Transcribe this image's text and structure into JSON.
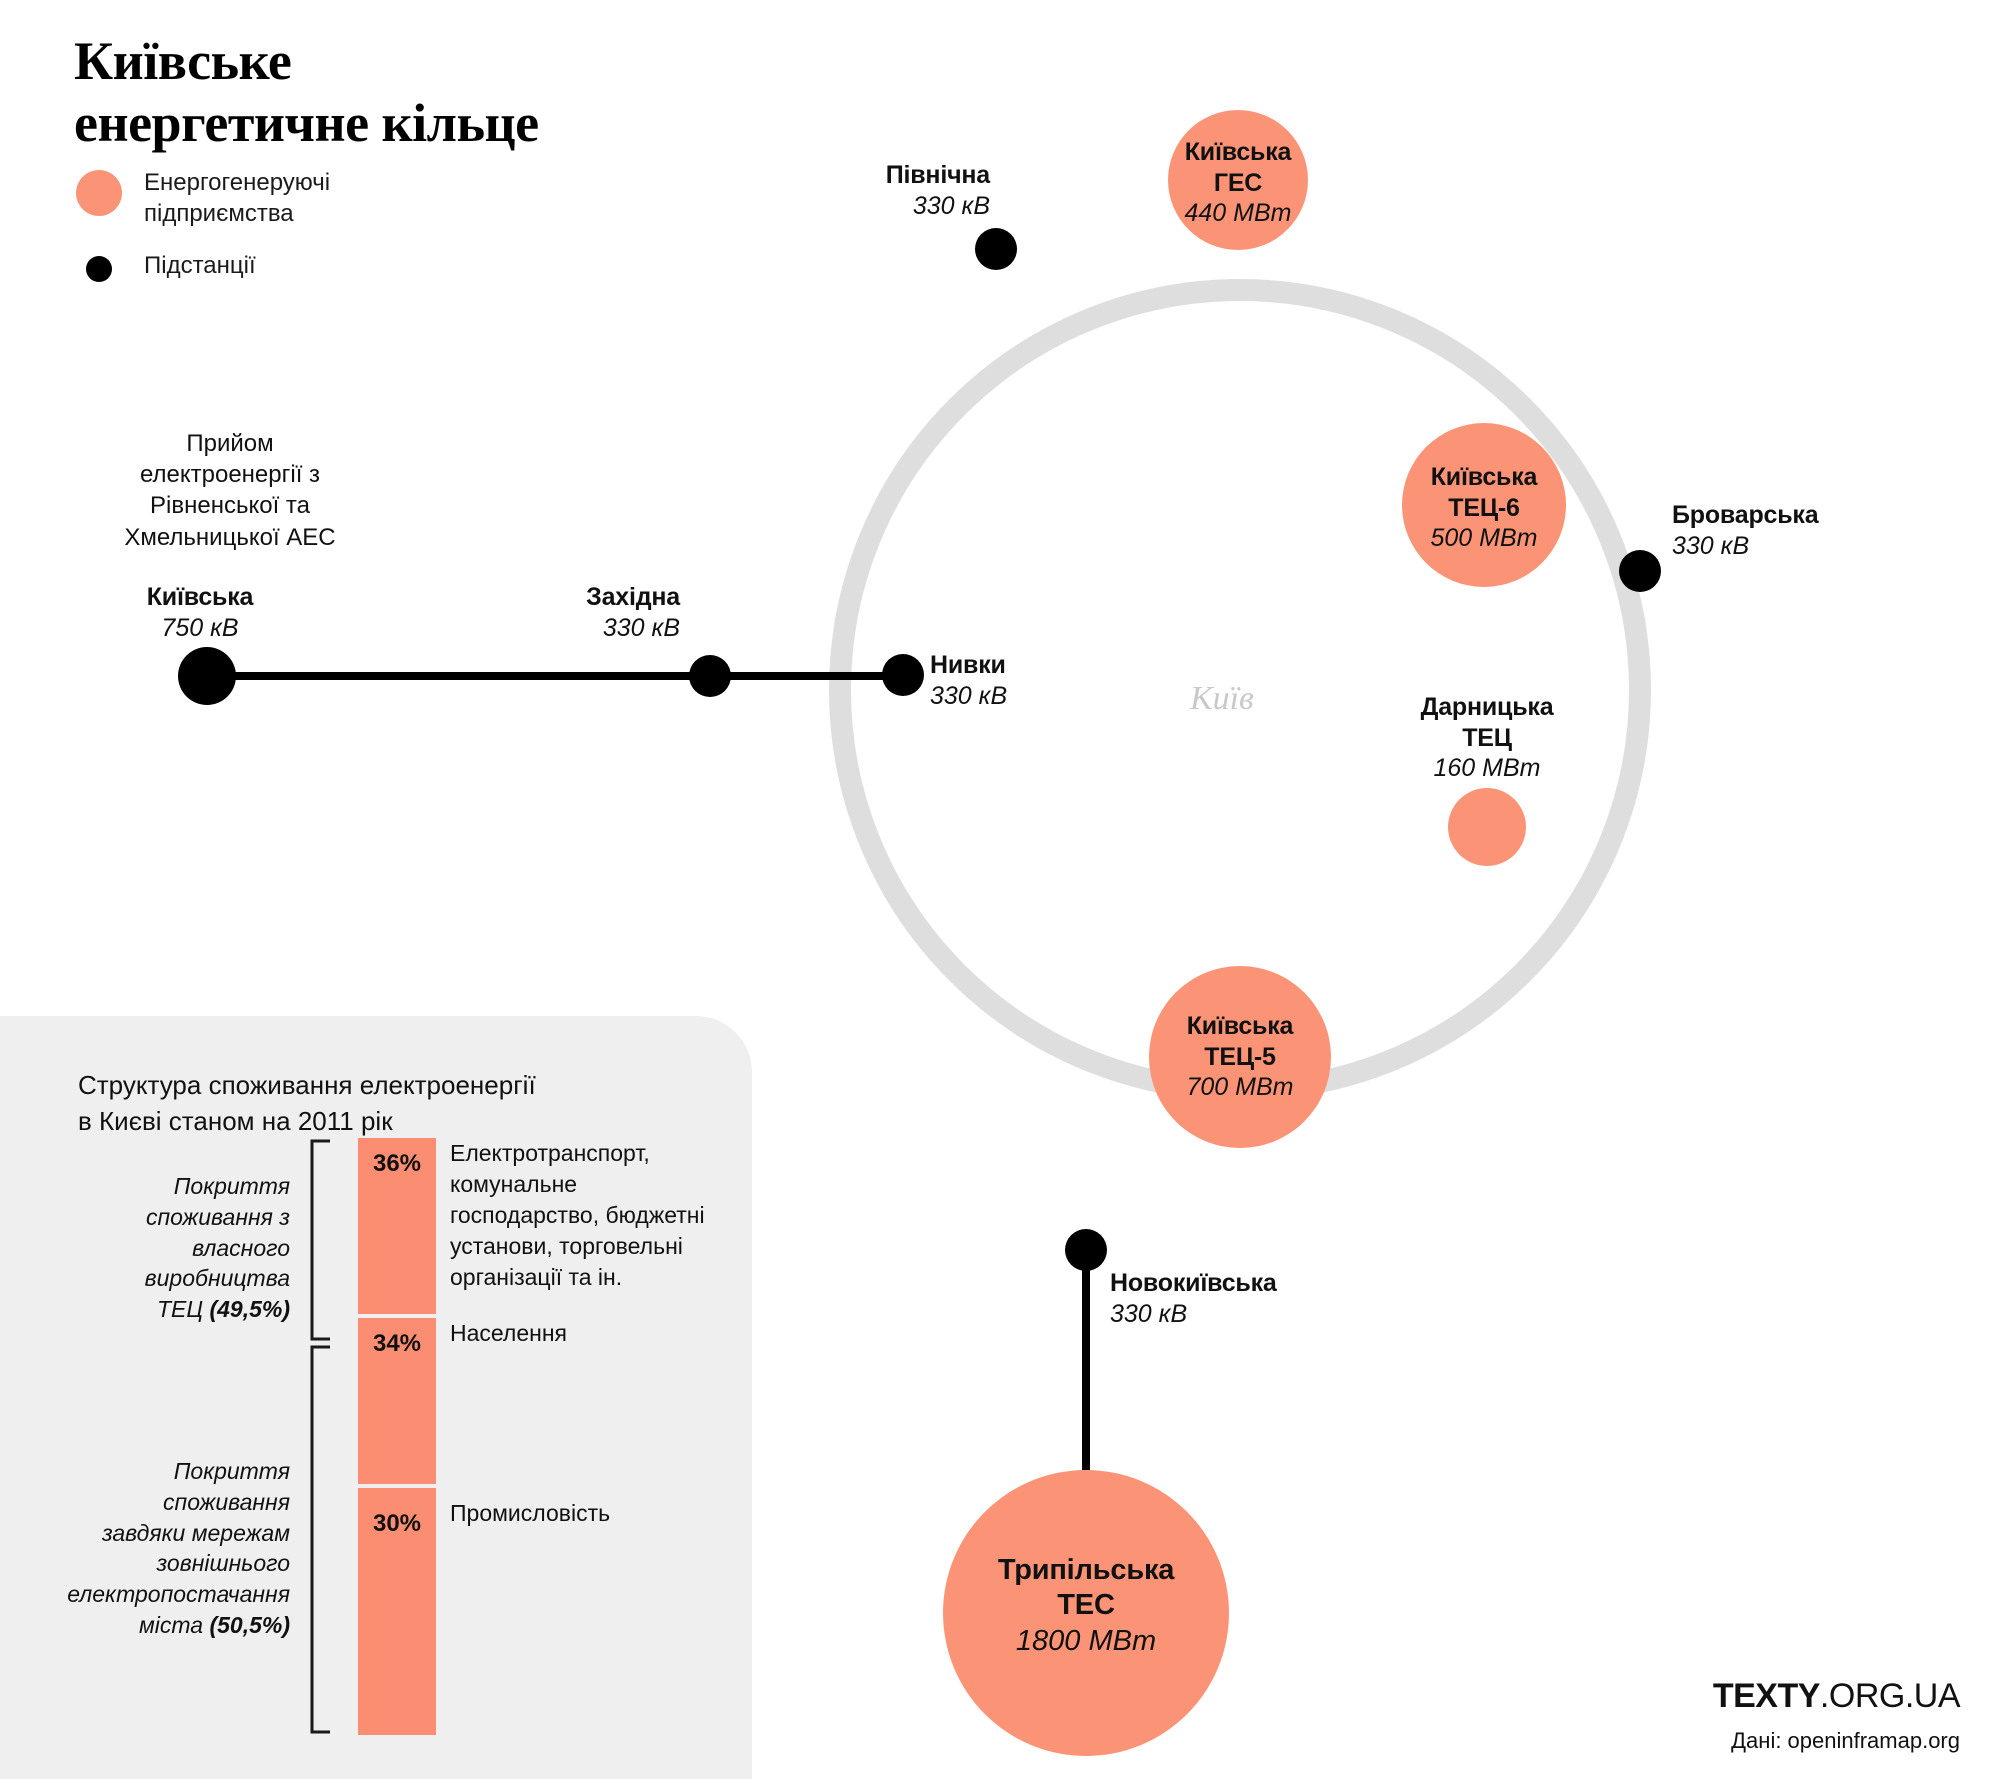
{
  "title": "Київське\nенергетичне кільце",
  "legend": [
    {
      "icon": "orange-circle",
      "label": "Енергогенеруючі\nпідприємства",
      "color": "#FB9477"
    },
    {
      "icon": "black-dot",
      "label": "Підстанції",
      "color": "#000000"
    }
  ],
  "intake_note": "Прийом\nелектроенергії з\nРівненської та\nХмельницької АЕС",
  "city_label": "Київ",
  "substations": [
    {
      "name": "Київська",
      "voltage": "750 кВ"
    },
    {
      "name": "Західна",
      "voltage": "330 кВ"
    },
    {
      "name": "Нивки",
      "voltage": "330 кВ"
    },
    {
      "name": "Північна",
      "voltage": "330 кВ"
    },
    {
      "name": "Броварська",
      "voltage": "330 кВ"
    },
    {
      "name": "Новокиївська",
      "voltage": "330 кВ"
    }
  ],
  "plants": [
    {
      "name": "Київська\nГЕС",
      "power": "440 МВт"
    },
    {
      "name": "Київська\nТЕЦ-6",
      "power": "500 МВт"
    },
    {
      "name": "Дарницька\nТЕЦ",
      "power": "160 МВт"
    },
    {
      "name": "Київська\nТЕЦ-5",
      "power": "700 МВт"
    },
    {
      "name": "Трипільська\nТЕС",
      "power": "1800 МВт"
    }
  ],
  "panel": {
    "title": "Структура споживання електроенергії\nв Києві станом на 2011 рік",
    "brackets": [
      "Покриття\nспоживання з\nвласного\nвиробництва\nТЕЦ (49,5%)",
      "Покриття\nспоживання\nзавдяки мережам\nзовнішнього\nелектропостачання\nміста (50,5%)"
    ],
    "bracket_bold": [
      "(49,5%)",
      "(50,5%)"
    ]
  },
  "chart_data": {
    "type": "bar",
    "title": "Структура споживання електроенергії в Києві станом на 2011 рік",
    "orientation": "vertical-stacked",
    "categories": [
      "Електротранспорт, комунальне господарство, бюджетні установи, торговельні організації та ін.",
      "Населення",
      "Промисловість"
    ],
    "values": [
      36,
      34,
      30
    ],
    "value_labels": [
      "36%",
      "34%",
      "30%"
    ],
    "segment_descriptions": [
      "Електротранспорт,\nкомунальне\nгосподарство, бюджетні\nустанови, торговельні\nорганізації та ін.",
      "Населення",
      "Промисловість"
    ],
    "groups": [
      {
        "label": "Покриття споживання з власного виробництва ТЕЦ",
        "value": 49.5,
        "value_label": "(49,5%)"
      },
      {
        "label": "Покриття споживання завдяки мережам зовнішнього електропостачання міста",
        "value": 50.5,
        "value_label": "(50,5%)"
      }
    ],
    "unit": "%",
    "color": "#FB8E72",
    "xlabel": "",
    "ylabel": "",
    "ylim": [
      0,
      100
    ],
    "grid": false,
    "legend": false
  },
  "plant_chart": {
    "type": "bubble",
    "unit": "МВт",
    "points": [
      {
        "name": "Київська ГЕС",
        "value": 440
      },
      {
        "name": "Київська ТЕЦ-6",
        "value": 500
      },
      {
        "name": "Дарницька ТЕЦ",
        "value": 160
      },
      {
        "name": "Київська ТЕЦ-5",
        "value": 700
      },
      {
        "name": "Трипільська ТЕС",
        "value": 1800
      }
    ]
  },
  "brand": {
    "logo_bold": "TEXTY",
    "logo_rest": ".ORG.UA",
    "source": "Дані: openinframap.org"
  },
  "colors": {
    "accent": "#FB9477",
    "bar": "#FB8E72",
    "ring": "#DEDEDE",
    "panel_bg": "#EFEFEF",
    "city_label": "#c9c9c9"
  }
}
